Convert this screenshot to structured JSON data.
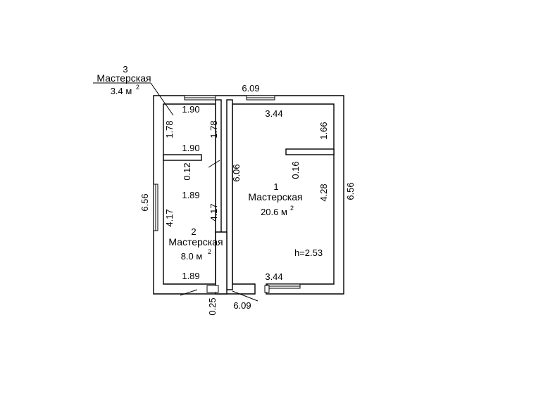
{
  "rooms": [
    {
      "number": "1",
      "name": "Мастерская",
      "area": "20.6 м",
      "sup": "2"
    },
    {
      "number": "2",
      "name": "Мастерская",
      "area": "8.0 м",
      "sup": "2"
    },
    {
      "number": "3",
      "name": "Мастерская",
      "area": "3.4 м",
      "sup": "2"
    }
  ],
  "dimensions": {
    "outer_top": "6.09",
    "outer_bottom": "6.09",
    "outer_left": "6.56",
    "outer_right": "6.56",
    "room3_top": "1.90",
    "room3_bottom": "1.90",
    "room3_left": "1.78",
    "room3_right": "1.78",
    "partition_gap": "0.12",
    "room2_top": "1.89",
    "room2_bottom": "1.89",
    "room2_left": "4.17",
    "room2_right": "4.17",
    "room1_left": "6.06",
    "room1_top": "3.44",
    "room1_bottom": "3.44",
    "room1_upper_right": "1.66",
    "room1_lower_right": "4.28",
    "room1_partition": "0.16",
    "step": "0.25"
  },
  "height_label": "h=2.53"
}
